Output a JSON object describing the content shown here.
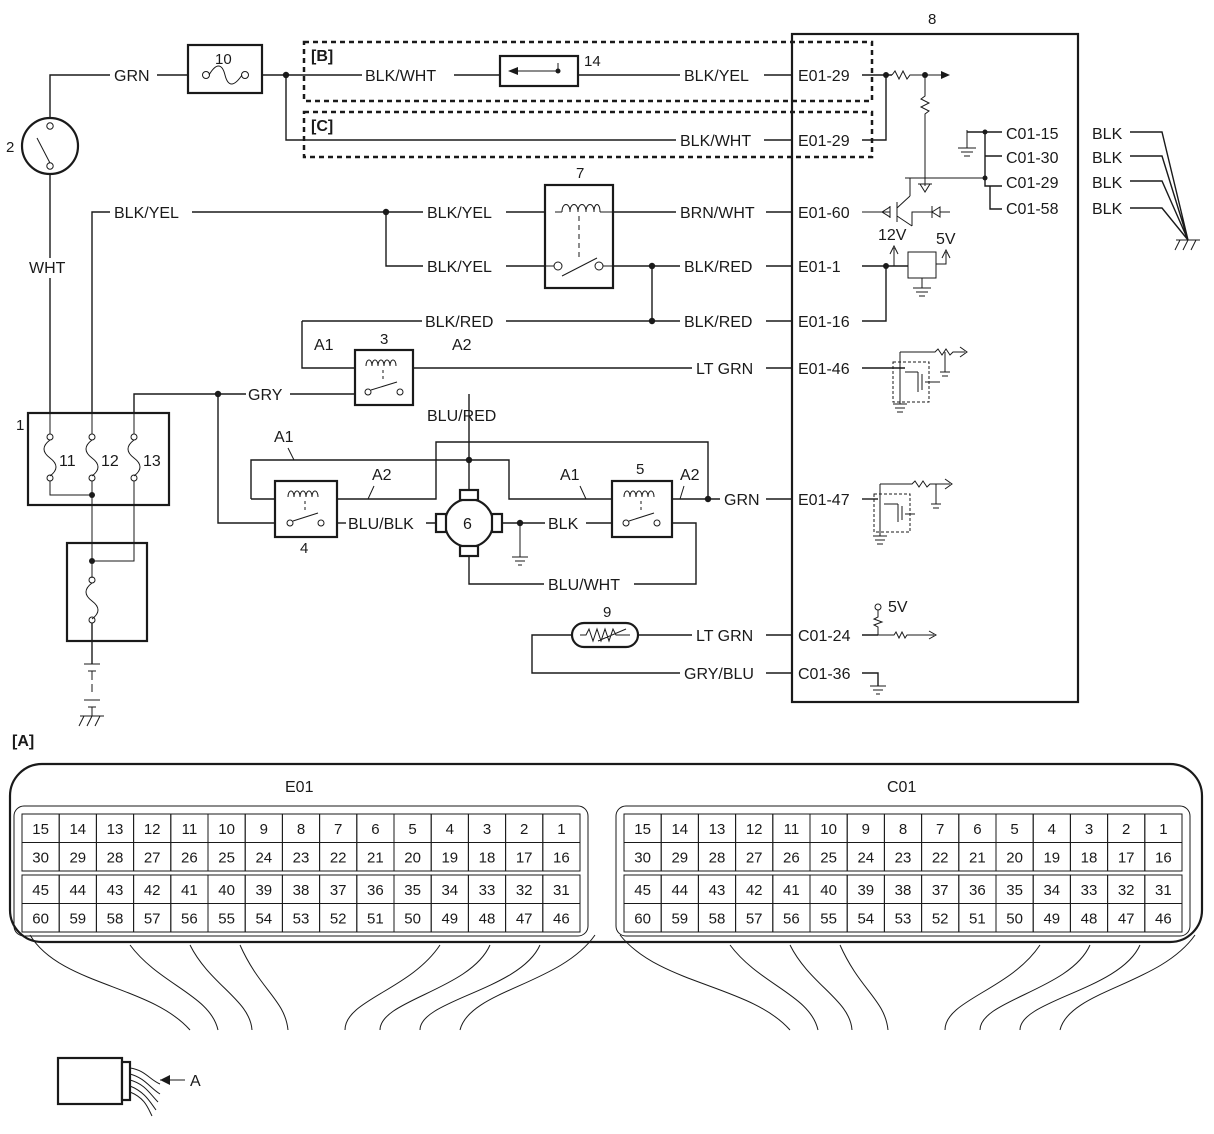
{
  "wire_labels": {
    "grn_top": "GRN",
    "blk_wht_b": "BLK/WHT",
    "blk_yel_b": "BLK/YEL",
    "blk_wht_c": "BLK/WHT",
    "wht": "WHT",
    "blk_yel_left": "BLK/YEL",
    "blk_yel_r7_top": "BLK/YEL",
    "blk_yel_r7_bottom": "BLK/YEL",
    "brn_wht": "BRN/WHT",
    "blk_red_r7": "BLK/RED",
    "blk_red_mid": "BLK/RED",
    "blk_red_e16": "BLK/RED",
    "lt_grn_e46": "LT GRN",
    "gry": "GRY",
    "blu_red": "BLU/RED",
    "blu_blk": "BLU/BLK",
    "blk_motor": "BLK",
    "grn_e47": "GRN",
    "blu_wht": "BLU/WHT",
    "lt_grn_c24": "LT GRN",
    "gry_blu": "GRY/BLU",
    "blk_c15": "BLK",
    "blk_c30": "BLK",
    "blk_c29": "BLK",
    "blk_c58": "BLK"
  },
  "terminals": {
    "e01_29_b": "E01-29",
    "e01_29_c": "E01-29",
    "e01_60": "E01-60",
    "e01_1": "E01-1",
    "e01_16": "E01-16",
    "e01_46": "E01-46",
    "e01_47": "E01-47",
    "c01_24": "C01-24",
    "c01_36": "C01-36",
    "c01_15": "C01-15",
    "c01_30": "C01-30",
    "c01_29": "C01-29",
    "c01_58": "C01-58"
  },
  "relay_pins": {
    "r3_a1": "A1",
    "r3_a2": "A2",
    "r4_a1": "A1",
    "r4_a2": "A2",
    "r5_a1": "A1",
    "r5_a2": "A2"
  },
  "voltages": {
    "v12": "12V",
    "v5_top": "5V",
    "v5_bottom": "5V"
  },
  "components": {
    "c1": "1",
    "c2": "2",
    "c3": "3",
    "c4": "4",
    "c5": "5",
    "c6": "6",
    "c7": "7",
    "c8": "8",
    "c9": "9",
    "c10": "10",
    "f11": "11",
    "f12": "12",
    "f13": "13",
    "c14": "14"
  },
  "regions": {
    "b": "[B]",
    "c": "[C]",
    "a": "[A]"
  },
  "connector_a_label": "A",
  "connectors": [
    {
      "name": "E01",
      "rows": [
        [
          "15",
          "14",
          "13",
          "12",
          "11",
          "10",
          "9",
          "8",
          "7",
          "6",
          "5",
          "4",
          "3",
          "2",
          "1"
        ],
        [
          "30",
          "29",
          "28",
          "27",
          "26",
          "25",
          "24",
          "23",
          "22",
          "21",
          "20",
          "19",
          "18",
          "17",
          "16"
        ],
        [
          "45",
          "44",
          "43",
          "42",
          "41",
          "40",
          "39",
          "38",
          "37",
          "36",
          "35",
          "34",
          "33",
          "32",
          "31"
        ],
        [
          "60",
          "59",
          "58",
          "57",
          "56",
          "55",
          "54",
          "53",
          "52",
          "51",
          "50",
          "49",
          "48",
          "47",
          "46"
        ]
      ]
    },
    {
      "name": "C01",
      "rows": [
        [
          "15",
          "14",
          "13",
          "12",
          "11",
          "10",
          "9",
          "8",
          "7",
          "6",
          "5",
          "4",
          "3",
          "2",
          "1"
        ],
        [
          "30",
          "29",
          "28",
          "27",
          "26",
          "25",
          "24",
          "23",
          "22",
          "21",
          "20",
          "19",
          "18",
          "17",
          "16"
        ],
        [
          "45",
          "44",
          "43",
          "42",
          "41",
          "40",
          "39",
          "38",
          "37",
          "36",
          "35",
          "34",
          "33",
          "32",
          "31"
        ],
        [
          "60",
          "59",
          "58",
          "57",
          "56",
          "55",
          "54",
          "53",
          "52",
          "51",
          "50",
          "49",
          "48",
          "47",
          "46"
        ]
      ]
    }
  ]
}
